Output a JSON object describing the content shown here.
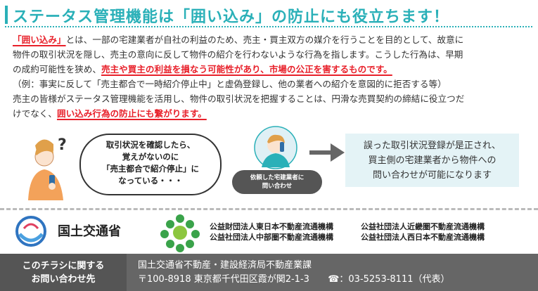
{
  "header": {
    "title": "ステータス管理機能は「囲い込み」の防止にも役立ちます！"
  },
  "body": {
    "p1_red1": "「囲い込み」",
    "p1_text1": "とは、一部の宅建業者が自社の利益のため、売主・買主双方の媒介を行うことを目的として、故意に",
    "p1_line2": "物件の取引状況を隠し、売主の意向に反して物件の紹介を行わないような行為を指します。こうした行為は、早期",
    "p1_text3": "の成約可能性を狭め、",
    "p1_red3": "売主や買主の利益を損なう可能性があり、市場の公正を害するものです。",
    "p1_line4": "（例：事実に反して「売主都合で一時紹介停止中」と虚偽登録し、他の業者への紹介を意図的に拒否する等）",
    "p2_line1": "売主の皆様がステータス管理機能を活用し、物件の取引状況を把握することは、円滑な売買契約の締結に役立つだ",
    "p2_text2": "けでなく、",
    "p2_red2": "囲い込み行為の防止にも繋がります。"
  },
  "illustration": {
    "bubble_lines": [
      "取引状況を確認したら、",
      "覚えがないのに",
      "「売主都合で紹介停止」に",
      "なっている・・・"
    ],
    "caller_lines": [
      "依頼した宅建業者に",
      "問い合わせ"
    ],
    "result_lines": [
      "誤った取引状況登録が是正され、",
      "買主側の宅建業者から物件への",
      "問い合わせが可能になります"
    ]
  },
  "logos": {
    "mlit_name": "国土交通省",
    "associations": [
      "公益財団法人東日本不動産流通機構",
      "公益社団法人近畿圏不動産流通機構",
      "公益社団法人中部圏不動産流通機構",
      "公益社団法人西日本不動産流通機構"
    ]
  },
  "footer": {
    "contact_lines": [
      "このチラシに関する",
      "お問い合わせ先"
    ],
    "dept": "国土交通省不動産・建設経済局不動産業課",
    "address": "〒100-8918 東京都千代田区霞が関2-1-3",
    "phone_icon": "phone-icon",
    "phone": "：03-5253-8111（代表）"
  },
  "colors": {
    "accent": "#2ab0b8",
    "emphasis": "#e8202a",
    "footer_bg": "#666666",
    "result_bg": "#e4f3f6"
  }
}
